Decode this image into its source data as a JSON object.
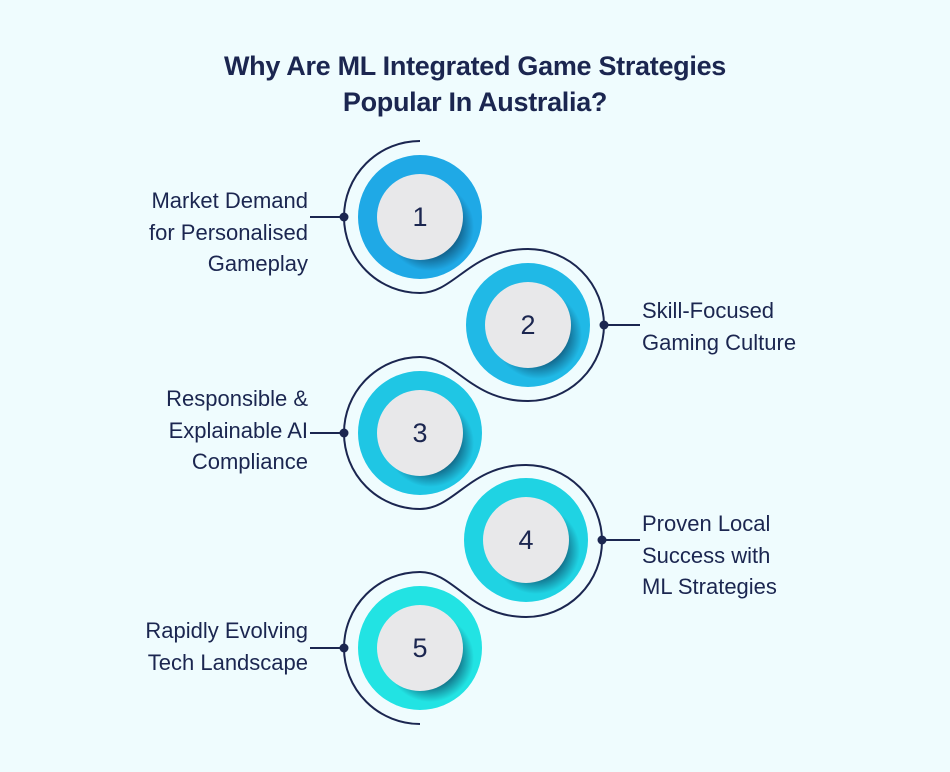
{
  "title": {
    "line1": "Why Are ML Integrated Game Strategies",
    "line2": "Popular In Australia?"
  },
  "colors": {
    "background": "#effcfe",
    "text": "#1b2650",
    "path_line": "#1b2650",
    "inner_circle": "#e8e8ea",
    "ring_1": "#1fa9e6",
    "ring_2": "#20b9e6",
    "ring_3": "#1fc6e4",
    "ring_4": "#1fd3e3",
    "ring_5": "#22e3e3"
  },
  "steps": [
    {
      "number": "1",
      "side": "left",
      "lines": [
        "Market Demand",
        "for Personalised",
        "Gameplay"
      ]
    },
    {
      "number": "2",
      "side": "right",
      "lines": [
        "Skill-Focused",
        "Gaming Culture"
      ]
    },
    {
      "number": "3",
      "side": "left",
      "lines": [
        "Responsible &",
        "Explainable AI",
        "Compliance"
      ]
    },
    {
      "number": "4",
      "side": "right",
      "lines": [
        "Proven Local",
        "Success with",
        "ML Strategies"
      ]
    },
    {
      "number": "5",
      "side": "left",
      "lines": [
        "Rapidly Evolving",
        "Tech Landscape"
      ]
    }
  ]
}
